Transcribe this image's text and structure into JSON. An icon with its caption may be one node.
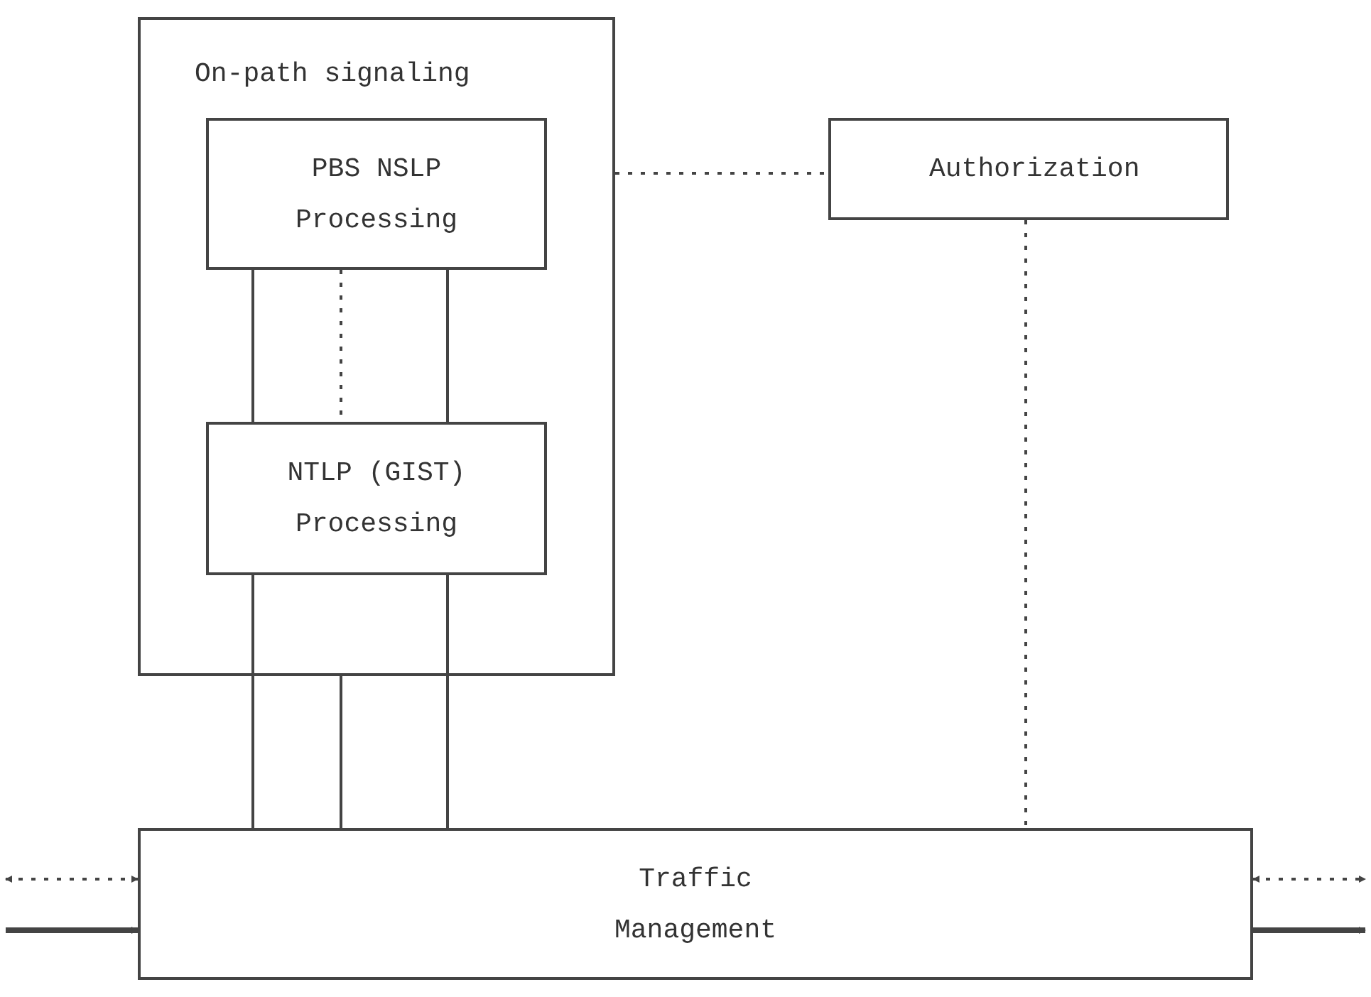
{
  "diagram": {
    "nodes": [
      {
        "text": [
          "On-path signaling"
        ]
      },
      {
        "text": [
          "PBS NSLP Processing"
        ],
        "in": 0
      },
      {
        "text": [
          "NTLP (GIST) Processing"
        ],
        "in": 0
      },
      {
        "text": [
          "Authorization"
        ]
      },
      {
        "text": [
          "Traffic Management"
        ]
      }
    ],
    "edges": [
      {
        "from": 0,
        "to": 3,
        "arrow": "none",
        "style": "dashed"
      },
      {
        "from": 3,
        "to": 4,
        "arrow": "none",
        "style": "dashed"
      },
      {
        "from": 1,
        "to": 2,
        "arrow": "none"
      },
      {
        "from": 1,
        "to": 2,
        "arrow": "none",
        "style": "dashed"
      },
      {
        "from": 1,
        "to": 2,
        "arrow": "none"
      },
      {
        "from": 2,
        "to": 4,
        "arrow": "none"
      },
      {
        "from": 0,
        "to": 4,
        "arrow": "none"
      },
      {
        "from": 2,
        "to": 4,
        "arrow": "none"
      },
      {
        "from": null,
        "to": 4,
        "arrow": "both",
        "style": "dashed"
      },
      {
        "from": null,
        "to": 4,
        "arrow": "to",
        "style": "thick"
      },
      {
        "from": 4,
        "to": null,
        "arrow": "both",
        "style": "dashed"
      },
      {
        "from": 4,
        "to": null,
        "arrow": "to",
        "style": "thick"
      }
    ]
  }
}
